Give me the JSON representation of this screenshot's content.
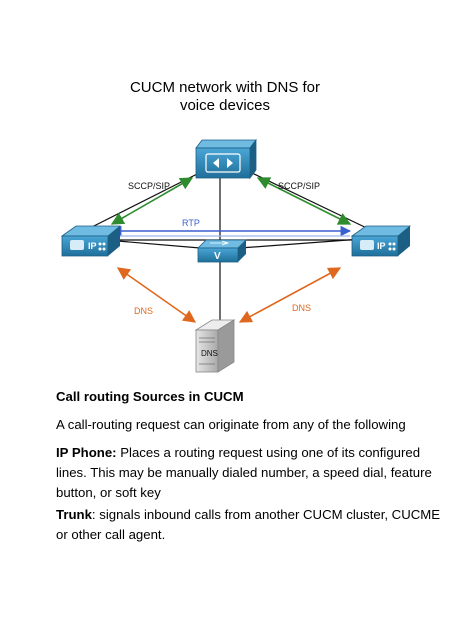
{
  "diagram": {
    "title_line1": "CUCM network with DNS for",
    "title_line2": "voice devices",
    "labels": {
      "sccp_left": "SCCP/SIP",
      "sccp_right": "SCCP/SIP",
      "rtp": "RTP",
      "dns_left": "DNS",
      "dns_right": "DNS",
      "phone_left_ip": "IP",
      "phone_right_ip": "IP",
      "gateway_v": "V",
      "server_dns": "DNS"
    },
    "colors": {
      "device_blue": "#2a88b8",
      "green_arrow": "#2e8b2e",
      "orange_arrow": "#e0681e",
      "rtp_blue": "#3a5fcf",
      "server_gray": "#c9c9c9"
    },
    "icons": [
      "call-manager-icon",
      "ip-phone-icon",
      "voice-gateway-icon",
      "dns-server-icon"
    ]
  },
  "document": {
    "heading": "Call routing Sources in CUCM",
    "intro": "A call-routing request can originate from any of the following",
    "ip_phone_term": "IP Phone:",
    "ip_phone_text": " Places a routing request using one of its configured lines. This may be manually dialed number, a speed dial, feature button, or soft key",
    "trunk_term": "Trunk",
    "trunk_text": ": signals inbound calls from another CUCM cluster, CUCME or other call agent."
  }
}
